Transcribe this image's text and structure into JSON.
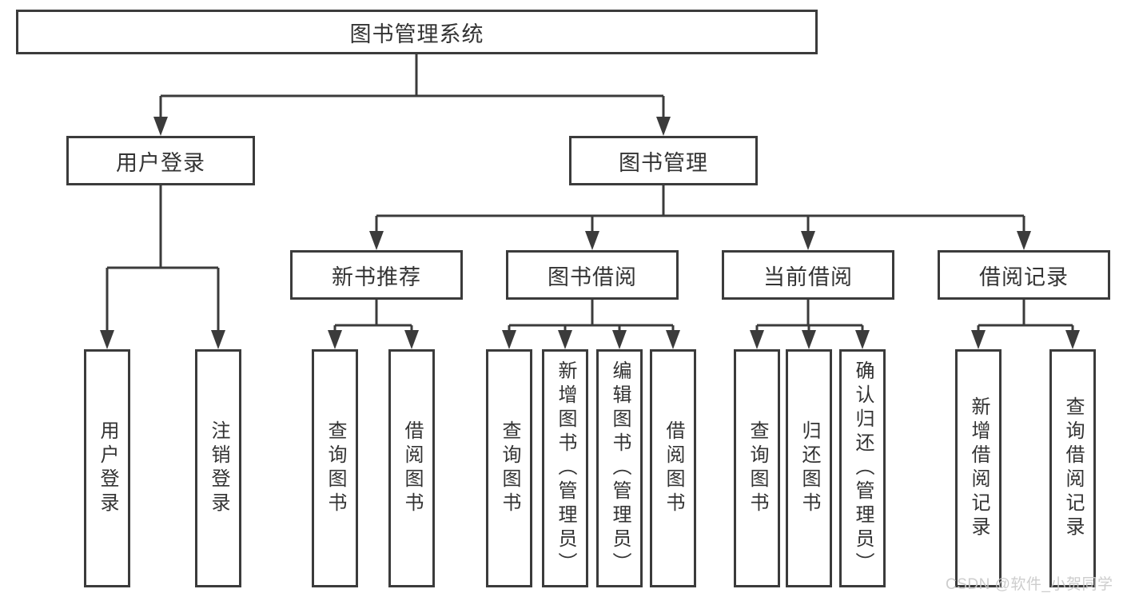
{
  "diagram": {
    "root": {
      "label": "图书管理系统"
    },
    "level2": [
      {
        "label": "用户登录"
      },
      {
        "label": "图书管理"
      }
    ],
    "level3": [
      {
        "label": "新书推荐",
        "parent": "图书管理"
      },
      {
        "label": "图书借阅",
        "parent": "图书管理"
      },
      {
        "label": "当前借阅",
        "parent": "图书管理"
      },
      {
        "label": "借阅记录",
        "parent": "图书管理"
      }
    ],
    "leaves": [
      {
        "label": "用户登录",
        "parent": "用户登录"
      },
      {
        "label": "注销登录",
        "parent": "用户登录"
      },
      {
        "label": "查询图书",
        "parent": "新书推荐"
      },
      {
        "label": "借阅图书",
        "parent": "新书推荐"
      },
      {
        "label": "查询图书",
        "parent": "图书借阅"
      },
      {
        "label": "新增图书（管理员）",
        "parent": "图书借阅"
      },
      {
        "label": "编辑图书（管理员）",
        "parent": "图书借阅"
      },
      {
        "label": "借阅图书",
        "parent": "图书借阅"
      },
      {
        "label": "查询图书",
        "parent": "当前借阅"
      },
      {
        "label": "归还图书",
        "parent": "当前借阅"
      },
      {
        "label": "确认归还（管理员）",
        "parent": "当前借阅"
      },
      {
        "label": "新增借阅记录",
        "parent": "借阅记录"
      },
      {
        "label": "查询借阅记录",
        "parent": "借阅记录"
      }
    ]
  },
  "watermark": {
    "text": "CSDN @软件_小贺同学"
  },
  "colors": {
    "line": "#3b3b3b",
    "border": "#3b3b3b",
    "text": "#333333",
    "watermark": "#c9c9c9",
    "background": "#ffffff"
  }
}
